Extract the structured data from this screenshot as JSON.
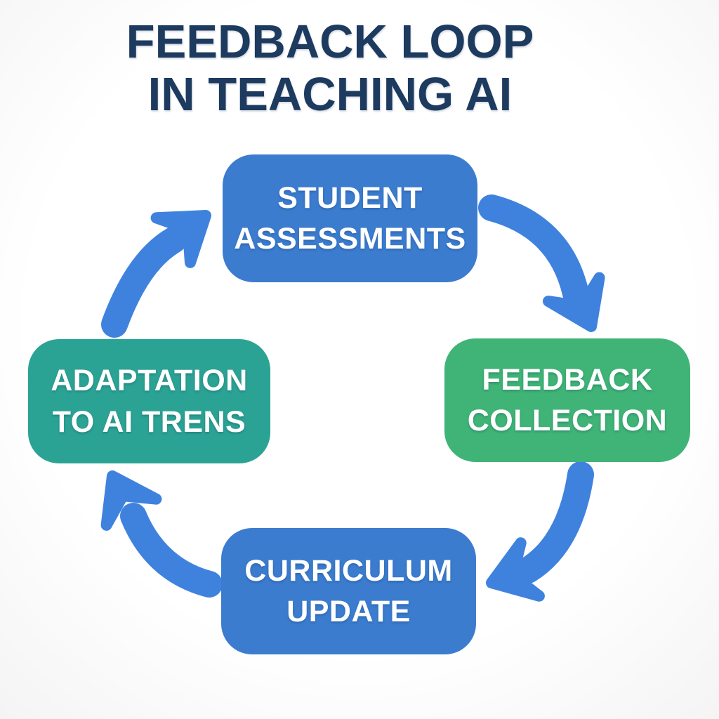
{
  "title": {
    "line1": "FEEDBACK LOOP",
    "line2": "IN TEACHING AI"
  },
  "colors": {
    "title": "#1d3a5f",
    "arrow": "#3f82de",
    "node_blue": "#3b7ccf",
    "node_green": "#3fb476",
    "node_teal": "#2ba394",
    "label_text": "#ffffff",
    "background": "#ffffff"
  },
  "nodes": [
    {
      "id": "student-assessments",
      "label": "STUDENT\nASSESSMENTS",
      "color": "#3b7ccf",
      "position": "top"
    },
    {
      "id": "feedback-collection",
      "label": "FEEDBACK\nCOLLECTION",
      "color": "#3fb476",
      "position": "right"
    },
    {
      "id": "curriculum-update",
      "label": "CURRICULUM\nUPDATE",
      "color": "#3b7ccf",
      "position": "bottom"
    },
    {
      "id": "adaptation-to-ai-trens",
      "label": "ADAPTATION\nTO AI TRENS",
      "color": "#2ba394",
      "position": "left"
    }
  ],
  "arrows": [
    {
      "name": "student-assessments-to-feedback-collection",
      "direction": "clockwise"
    },
    {
      "name": "feedback-collection-to-curriculum-update",
      "direction": "clockwise"
    },
    {
      "name": "curriculum-update-to-adaptation-to-ai-trens",
      "direction": "clockwise"
    },
    {
      "name": "adaptation-to-ai-trens-to-student-assessments",
      "direction": "clockwise"
    }
  ]
}
